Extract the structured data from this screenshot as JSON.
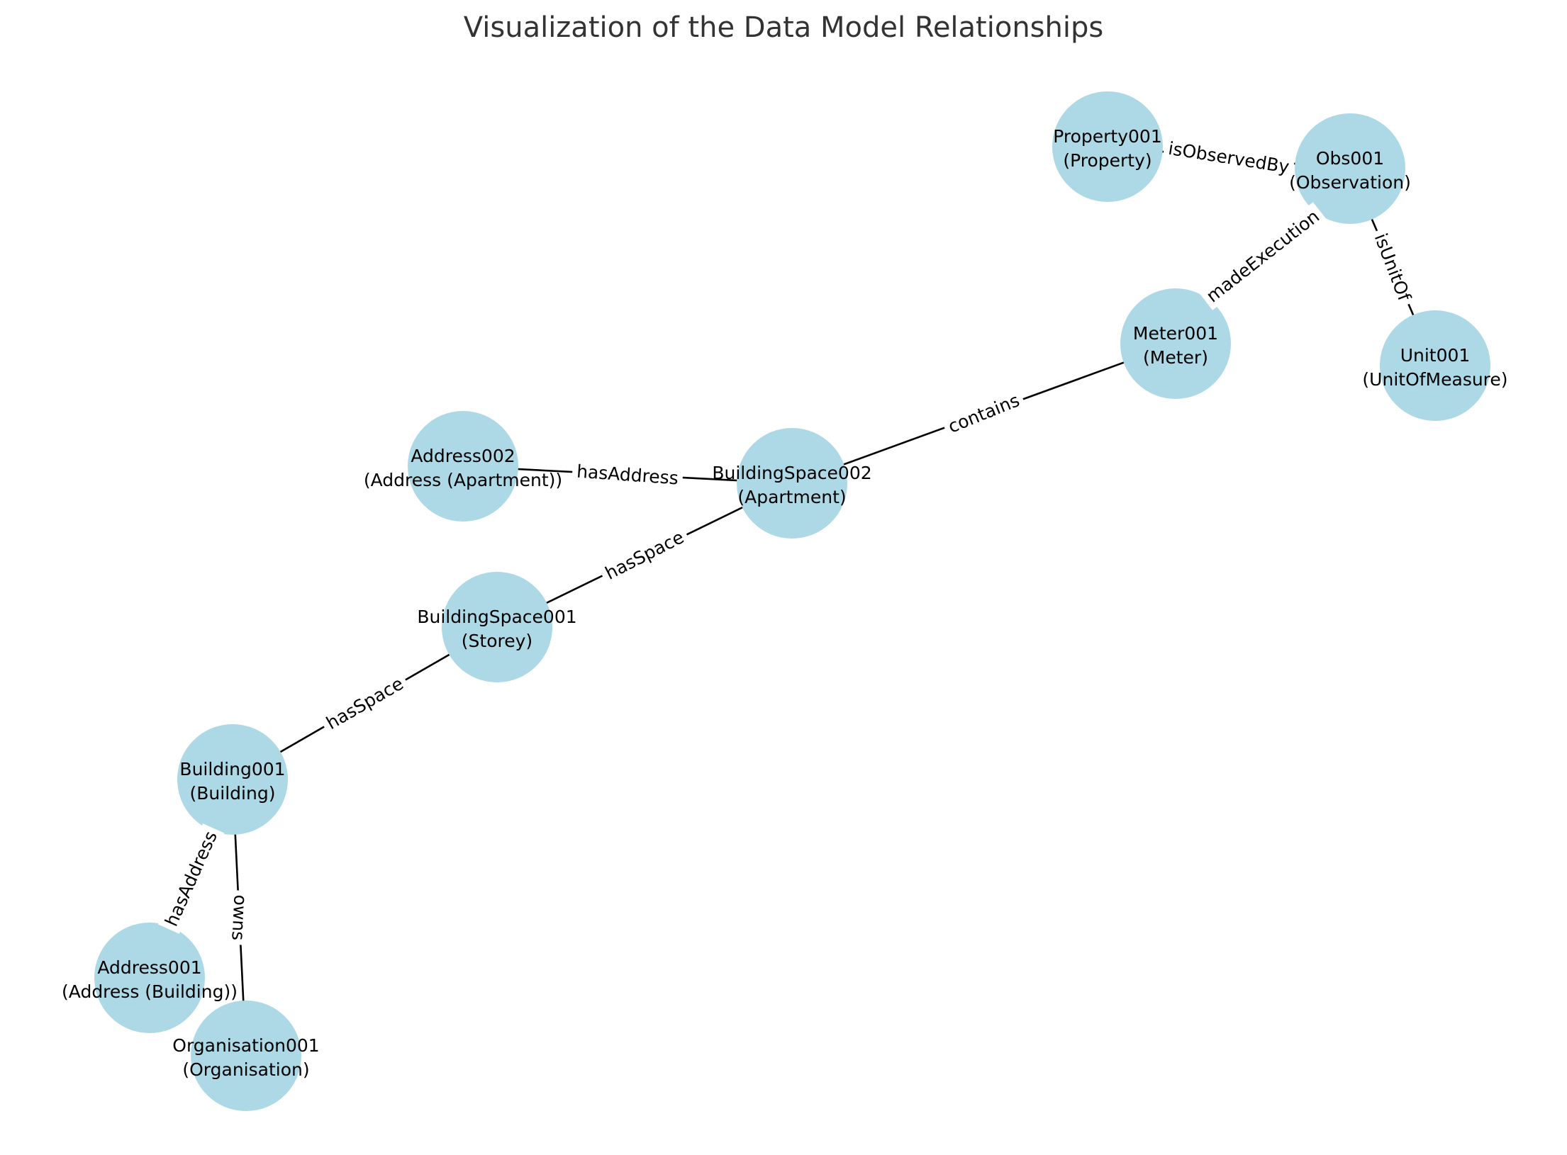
{
  "title": "Visualization of the Data Model Relationships",
  "colors": {
    "node_fill": "#add8e6",
    "edge": "#000000",
    "text": "#000000",
    "title": "#333333"
  },
  "nodes": [
    {
      "id": "Property001",
      "type": "(Property)"
    },
    {
      "id": "Obs001",
      "type": "(Observation)"
    },
    {
      "id": "Meter001",
      "type": "(Meter)"
    },
    {
      "id": "Unit001",
      "type": "(UnitOfMeasure)"
    },
    {
      "id": "Address002",
      "type": "(Address (Apartment))"
    },
    {
      "id": "BuildingSpace002",
      "type": "(Apartment)"
    },
    {
      "id": "BuildingSpace001",
      "type": "(Storey)"
    },
    {
      "id": "Building001",
      "type": "(Building)"
    },
    {
      "id": "Address001",
      "type": "(Address (Building))"
    },
    {
      "id": "Organisation001",
      "type": "(Organisation)"
    }
  ],
  "edges": [
    {
      "source": "Property001",
      "target": "Obs001",
      "label": "isObservedBy"
    },
    {
      "source": "Obs001",
      "target": "Meter001",
      "label": "madeExecution"
    },
    {
      "source": "Obs001",
      "target": "Unit001",
      "label": "isUnitOf"
    },
    {
      "source": "Meter001",
      "target": "BuildingSpace002",
      "label": "contains"
    },
    {
      "source": "Address002",
      "target": "BuildingSpace002",
      "label": "hasAddress"
    },
    {
      "source": "BuildingSpace001",
      "target": "BuildingSpace002",
      "label": "hasSpace"
    },
    {
      "source": "Building001",
      "target": "BuildingSpace001",
      "label": "hasSpace"
    },
    {
      "source": "Building001",
      "target": "Address001",
      "label": "hasAddress"
    },
    {
      "source": "Building001",
      "target": "Organisation001",
      "label": "owns"
    }
  ]
}
